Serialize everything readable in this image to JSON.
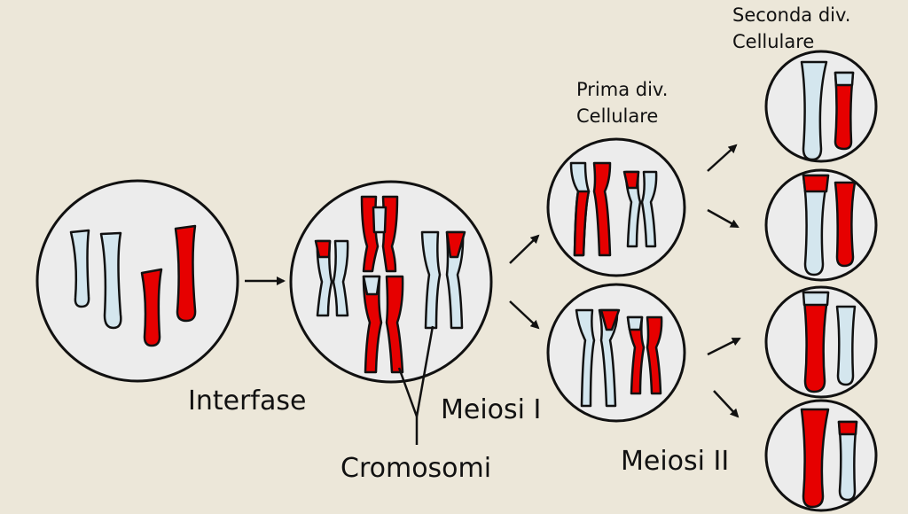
{
  "labels": {
    "interfase": "Interfase",
    "meiosi_1": "Meiosi I",
    "meiosi_2": "Meiosi II",
    "cromosomi": "Cromosomi",
    "prima_div_line1": "Prima div.",
    "prima_div_line2": "Cellulare",
    "seconda_div_line1": "Seconda div.",
    "seconda_div_line2": "Cellulare"
  },
  "colors": {
    "background": "#ece7d9",
    "cell": "#ececec",
    "maternal_chromosome": "#d4e6ee",
    "paternal_chromosome": "#e60000"
  }
}
